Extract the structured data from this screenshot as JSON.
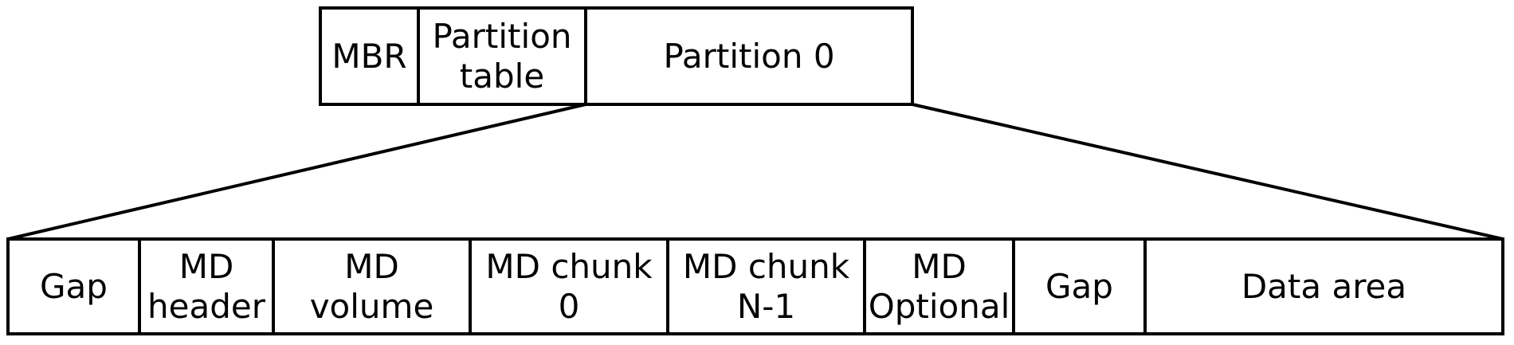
{
  "diagram": {
    "title": "disk-partition-layout",
    "colors": {
      "line": "#000000",
      "background": "#ffffff",
      "text": "#000000"
    },
    "top_row": {
      "cells": [
        {
          "label": "MBR"
        },
        {
          "label": "Partition\ntable"
        },
        {
          "label": "Partition 0"
        }
      ]
    },
    "bottom_row": {
      "cells": [
        {
          "label": "Gap"
        },
        {
          "label": "MD\nheader"
        },
        {
          "label": "MD\nvolume"
        },
        {
          "label": "MD chunk\n0"
        },
        {
          "label": "MD chunk\nN-1"
        },
        {
          "label": "MD\nOptional"
        },
        {
          "label": "Gap"
        },
        {
          "label": "Data area"
        }
      ]
    }
  }
}
